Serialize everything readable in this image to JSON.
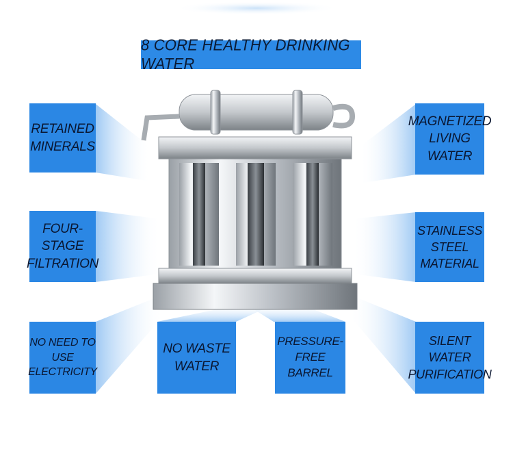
{
  "title": "8 CORE HEALTHY   DRINKING WATER",
  "features": {
    "retained_minerals": "RETAINED\nMINERALS",
    "magnetized_living_water": "MAGNETIZED\nLIVING WATER",
    "four_stage_filtration": "FOUR-STAGE\nFILTRATION",
    "stainless_steel_material": "STAINLESS STEEL\nMATERIAL",
    "no_need_electricity": "NO NEED TO\nUSE ELECTRICITY",
    "no_waste_water": "NO WASTE\nWATER",
    "pressure_free_barrel": "PRESSURE-FREE\nBARREL",
    "silent_water_purification": "SILENT WATER\nPURIFICATION"
  },
  "colors": {
    "box_blue": "#2b87e4",
    "glow_blue": "#9cc8f3",
    "text_dark": "#0a1630"
  },
  "icons": {
    "product": "water-purifier-icon"
  }
}
